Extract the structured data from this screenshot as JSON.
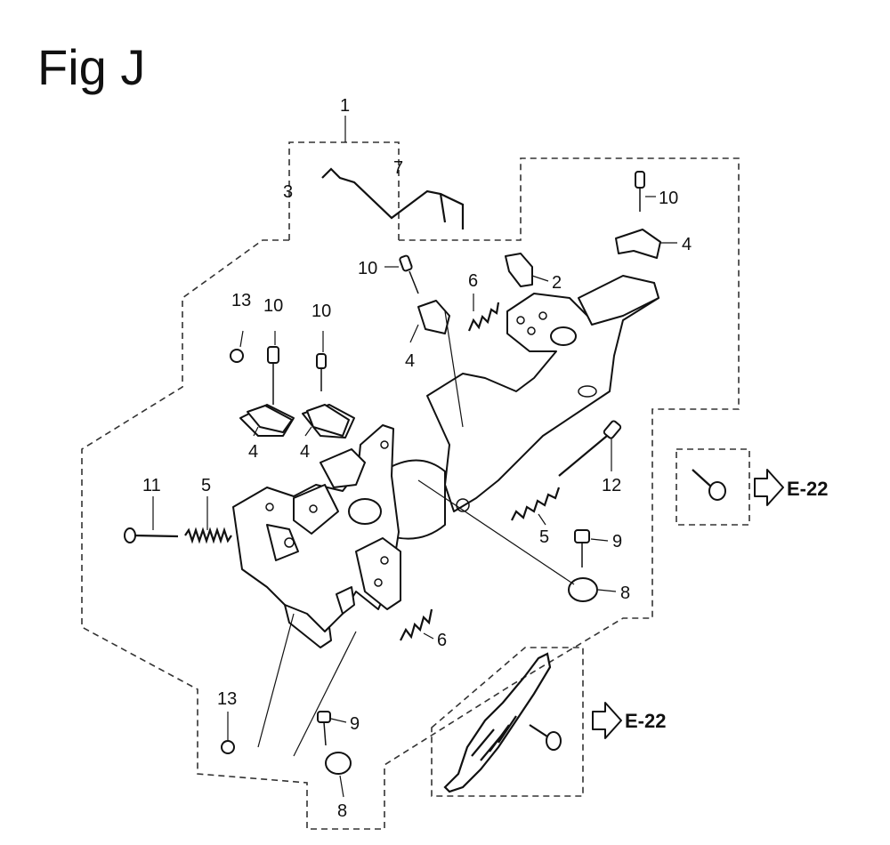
{
  "figure": {
    "title": "Fig J"
  },
  "callouts": [
    {
      "id": "c1",
      "text": "1"
    },
    {
      "id": "c3",
      "text": "3"
    },
    {
      "id": "c7",
      "text": "7"
    },
    {
      "id": "c10a",
      "text": "10"
    },
    {
      "id": "c4a",
      "text": "4"
    },
    {
      "id": "c10b",
      "text": "10"
    },
    {
      "id": "c6a",
      "text": "6"
    },
    {
      "id": "c2",
      "text": "2"
    },
    {
      "id": "c4b",
      "text": "4"
    },
    {
      "id": "c13a",
      "text": "13"
    },
    {
      "id": "c10c",
      "text": "10"
    },
    {
      "id": "c10d",
      "text": "10"
    },
    {
      "id": "c4c",
      "text": "4"
    },
    {
      "id": "c4d",
      "text": "4"
    },
    {
      "id": "c12",
      "text": "12"
    },
    {
      "id": "c11",
      "text": "11"
    },
    {
      "id": "c5a",
      "text": "5"
    },
    {
      "id": "c5b",
      "text": "5"
    },
    {
      "id": "c9a",
      "text": "9"
    },
    {
      "id": "c8a",
      "text": "8"
    },
    {
      "id": "c6b",
      "text": "6"
    },
    {
      "id": "c13b",
      "text": "13"
    },
    {
      "id": "c9b",
      "text": "9"
    },
    {
      "id": "c8b",
      "text": "8"
    }
  ],
  "references": [
    {
      "id": "ref1",
      "text": "E-22"
    },
    {
      "id": "ref2",
      "text": "E-22"
    }
  ],
  "icons": [
    "arrow-right-outline-icon"
  ]
}
